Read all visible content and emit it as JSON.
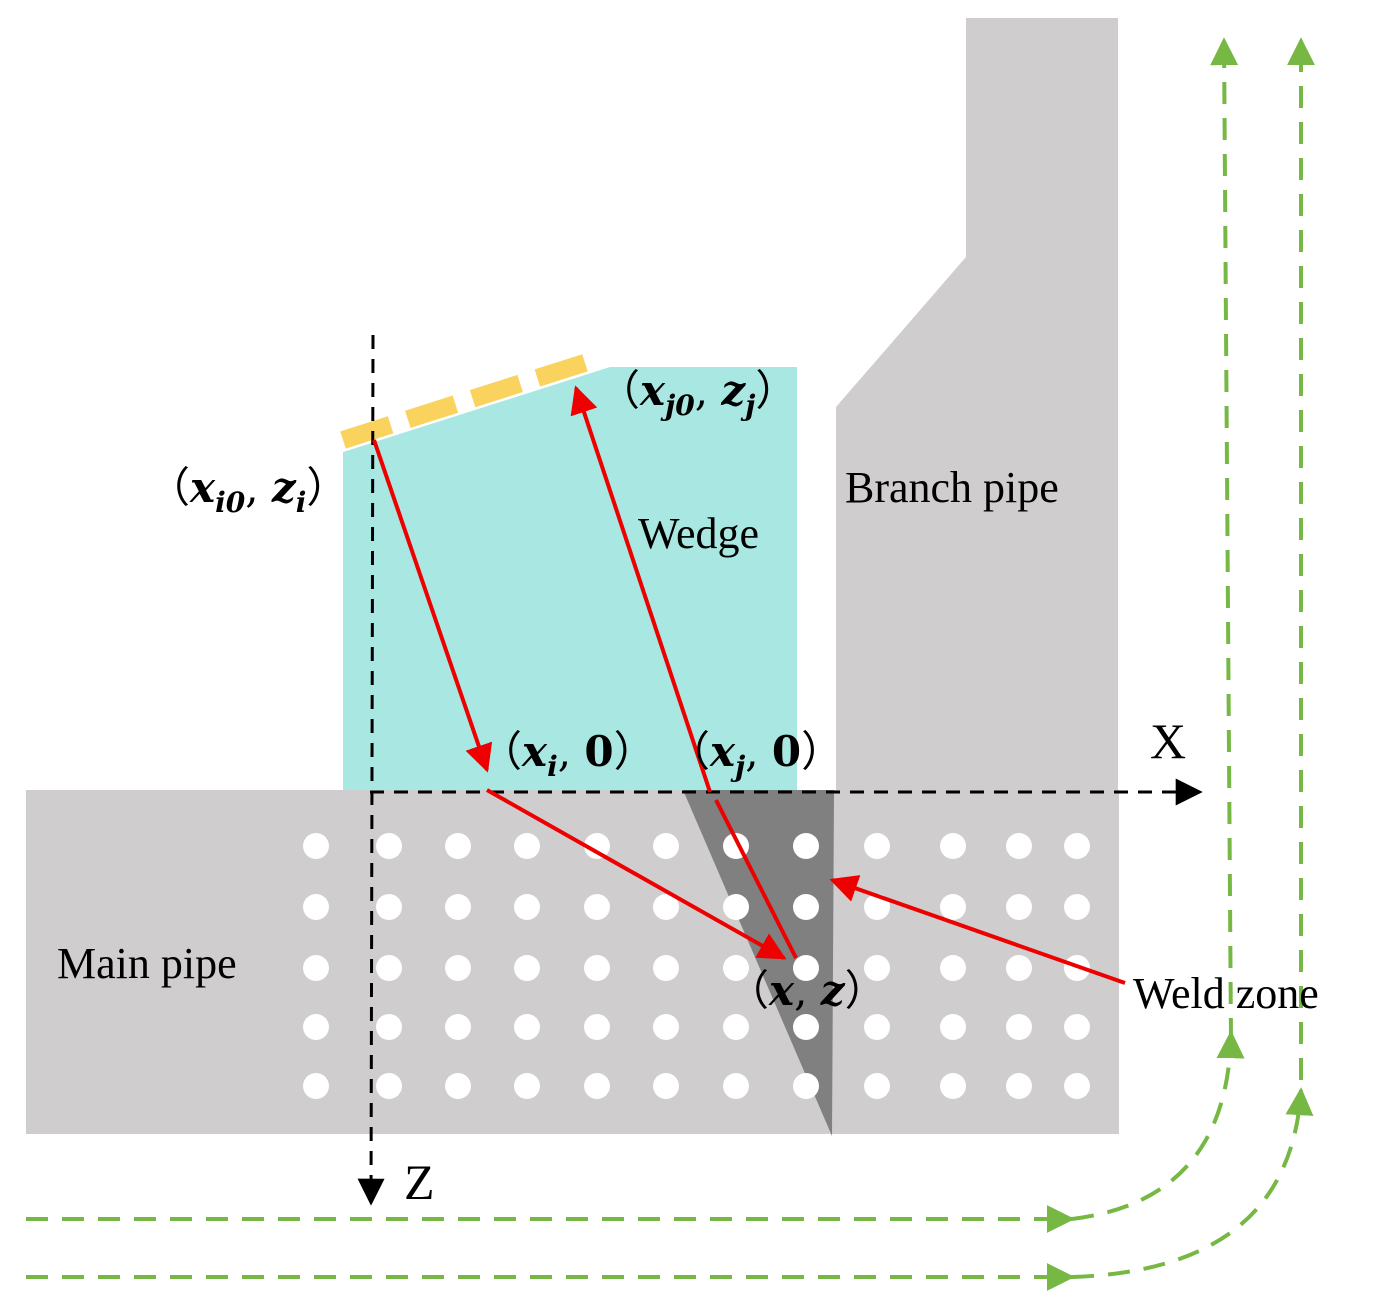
{
  "labels": {
    "branch_pipe": "Branch pipe",
    "wedge": "Wedge",
    "main_pipe": "Main pipe",
    "weld_zone": "Weld zone",
    "axis_x": "X",
    "axis_z": "Z"
  },
  "coordinates": {
    "emitter_point": {
      "open": "（",
      "var1": "x",
      "sub1": "i0",
      "sep": ", ",
      "var2": "z",
      "sub2": "i",
      "close": "）"
    },
    "receiver_point": {
      "open": "（",
      "var1": "x",
      "sub1": "j0",
      "sep": ", ",
      "var2": "z",
      "sub2": "j",
      "close": "）"
    },
    "entry_point_i": {
      "open": "（",
      "var1": "x",
      "sub1": "i",
      "sep": ", ",
      "val2": "0",
      "close": "）"
    },
    "exit_point_j": {
      "open": "（",
      "var1": "x",
      "sub1": "j",
      "sep": ", ",
      "val2": "0",
      "close": "）"
    },
    "focus_point": {
      "open": "（",
      "var1": "x",
      "sep": ", ",
      "var2": "z",
      "close": "）"
    }
  },
  "colors": {
    "pipe": "#cfcdcd",
    "wedge": "#a9e8e2",
    "weld": "#808080",
    "ray": "#ee0000",
    "probe": "#fad35e",
    "flow": "#76b843",
    "grid_point": "#ffffff",
    "axis": "#000000"
  },
  "icons": {
    "grid_point": "white-dot",
    "ray_arrow": "red-arrowhead",
    "flow_arrow": "green-arrowhead",
    "axis_arrow": "black-arrowhead"
  }
}
